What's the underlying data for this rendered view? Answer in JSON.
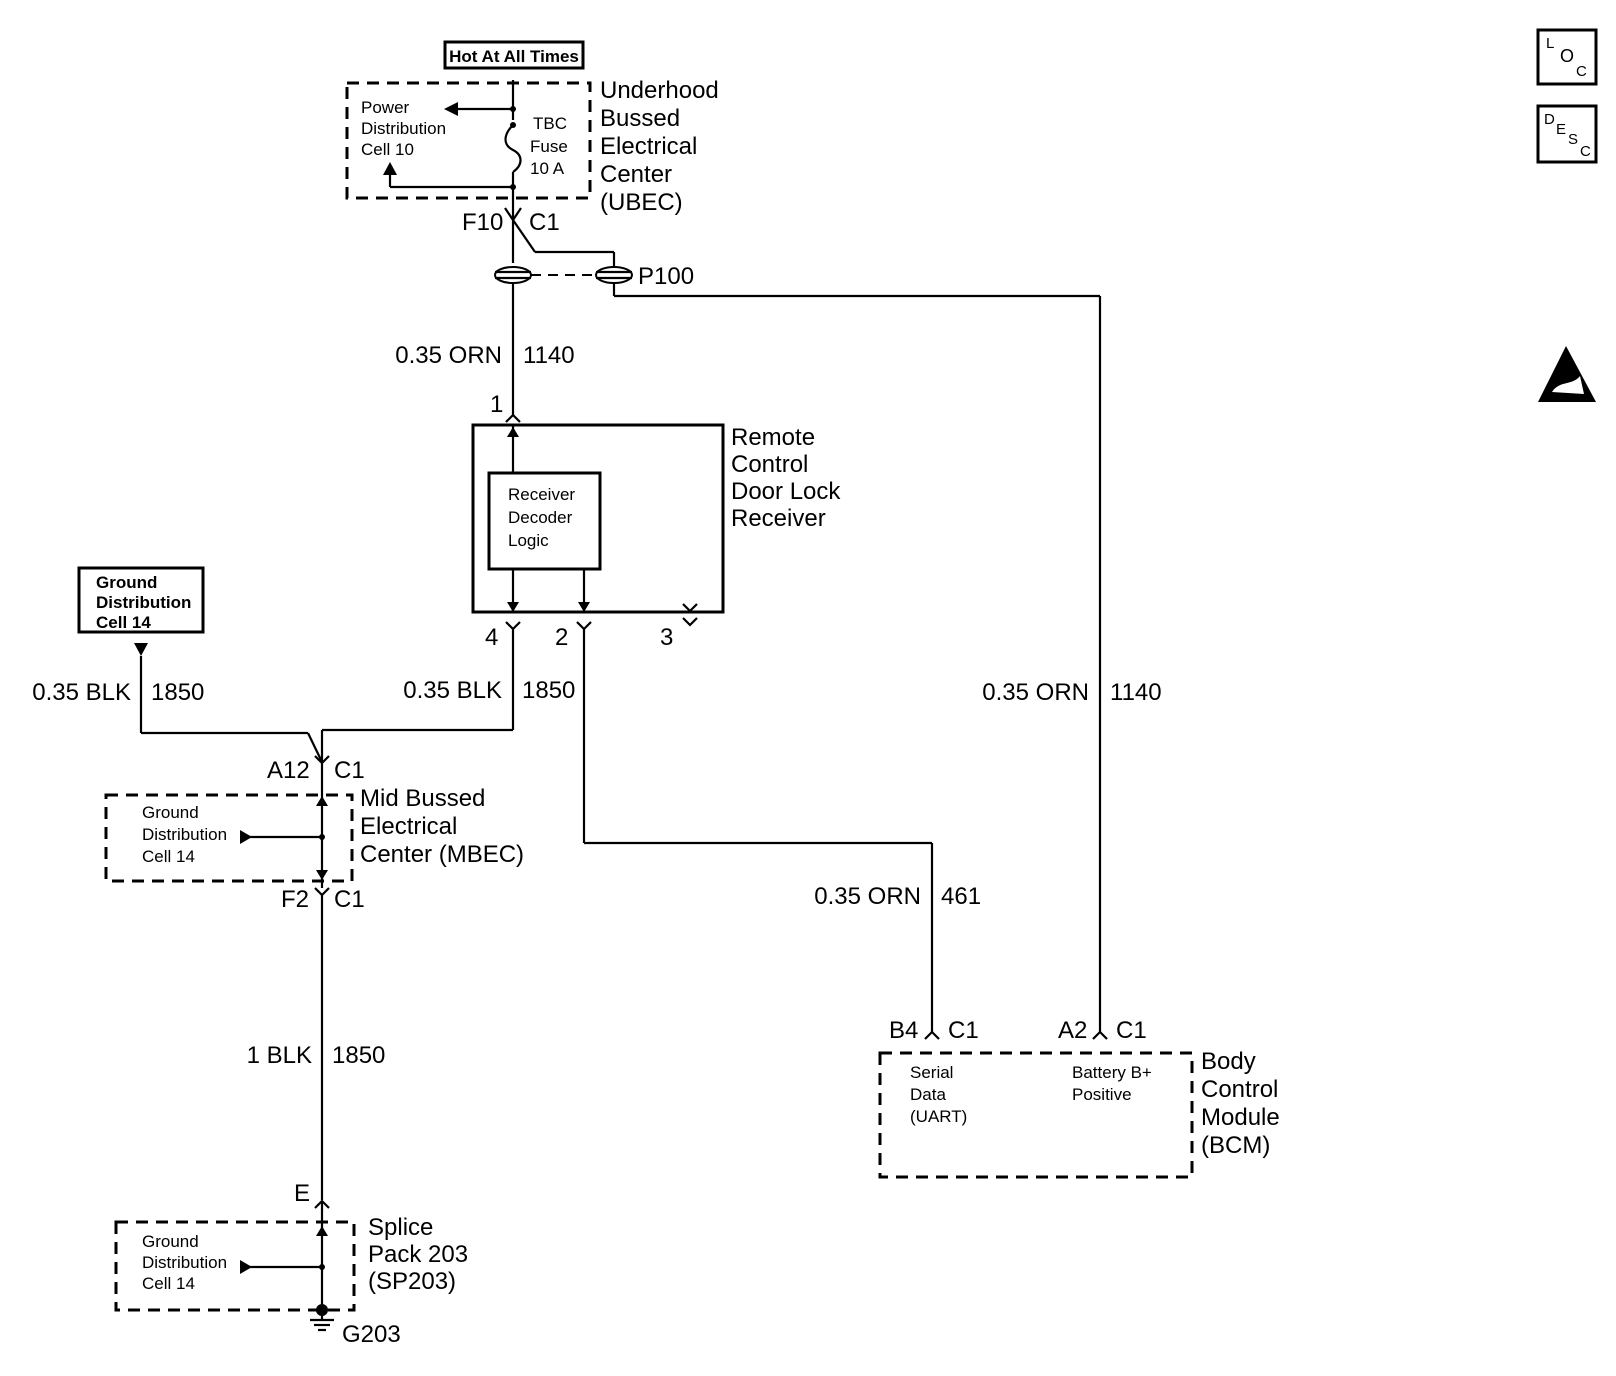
{
  "hot_label": "Hot At All Times",
  "ubec": {
    "name_lines": [
      "Underhood",
      "Bussed",
      "Electrical",
      "Center",
      "(UBEC)"
    ],
    "pdc_lines": [
      "Power",
      "Distribution",
      "Cell 10"
    ],
    "fuse_lines": [
      "TBC",
      "Fuse",
      "10 A"
    ],
    "pin": "F10",
    "connector": "C1"
  },
  "p100": "P100",
  "wire_a": {
    "spec": "0.35 ORN",
    "circuit": "1140"
  },
  "rcdlr": {
    "name_lines": [
      "Remote",
      "Control",
      "Door Lock",
      "Receiver"
    ],
    "inner_lines": [
      "Receiver",
      "Decoder",
      "Logic"
    ],
    "pin_1": "1",
    "pin_2": "2",
    "pin_3": "3",
    "pin_4": "4"
  },
  "ground_cell_box": [
    "Ground",
    "Distribution",
    "Cell 14"
  ],
  "wire_b": {
    "spec": "0.35 BLK",
    "circuit": "1850"
  },
  "wire_c": {
    "spec": "0.35 BLK",
    "circuit": "1850"
  },
  "wire_d": {
    "spec": "0.35 ORN",
    "circuit": "1140"
  },
  "mbec": {
    "name_lines": [
      "Mid Bussed",
      "Electrical",
      "Center (MBEC)"
    ],
    "inner_lines": [
      "Ground",
      "Distribution",
      "Cell 14"
    ],
    "top_pin": "A12",
    "top_conn": "C1",
    "bottom_pin": "F2",
    "bottom_conn": "C1"
  },
  "wire_e": {
    "spec": "0.35 ORN",
    "circuit": "461"
  },
  "wire_f": {
    "spec": "1 BLK",
    "circuit": "1850"
  },
  "bcm": {
    "name_lines": [
      "Body",
      "Control",
      "Module",
      "(BCM)"
    ],
    "serial_lines": [
      "Serial",
      "Data",
      "(UART)"
    ],
    "battery_lines": [
      "Battery B+",
      "Positive"
    ],
    "pin_b4": "B4",
    "conn_b4": "C1",
    "pin_a2": "A2",
    "conn_a2": "C1"
  },
  "sp203": {
    "name_lines": [
      "Splice",
      "Pack 203",
      "(SP203)"
    ],
    "inner_lines": [
      "Ground",
      "Distribution",
      "Cell 14"
    ],
    "pin": "E",
    "ground": "G203"
  },
  "side_icons": {
    "loc": [
      "L",
      "O",
      "C"
    ],
    "desc": [
      "D",
      "E",
      "S",
      "C"
    ],
    "esd_icon": "esd-warning-icon"
  }
}
